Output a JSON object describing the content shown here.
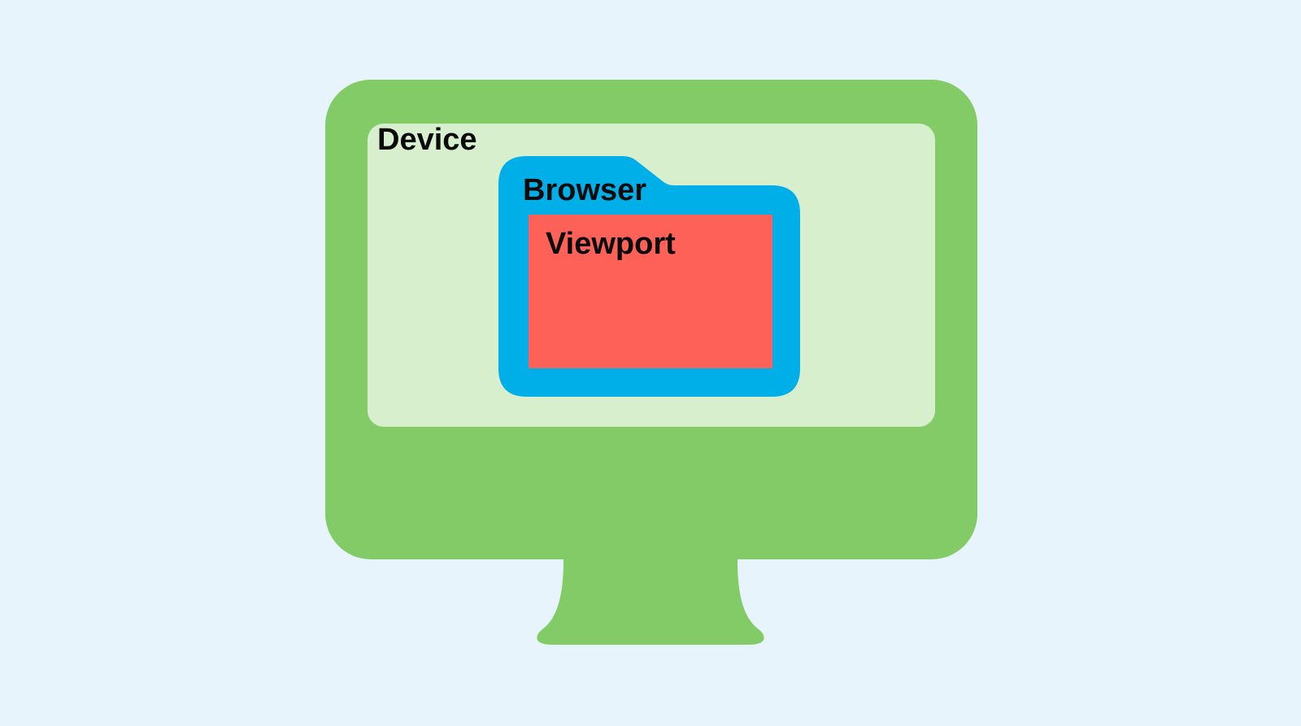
{
  "diagram": {
    "labels": {
      "device": "Device",
      "browser": "Browser",
      "viewport": "Viewport"
    },
    "colors": {
      "background": "#E8F4FC",
      "device_frame": "#82CB66",
      "device_screen": "#D8EFCE",
      "browser": "#00AEE8",
      "viewport": "#FE6158",
      "label_text": "#0B0B0B"
    }
  }
}
